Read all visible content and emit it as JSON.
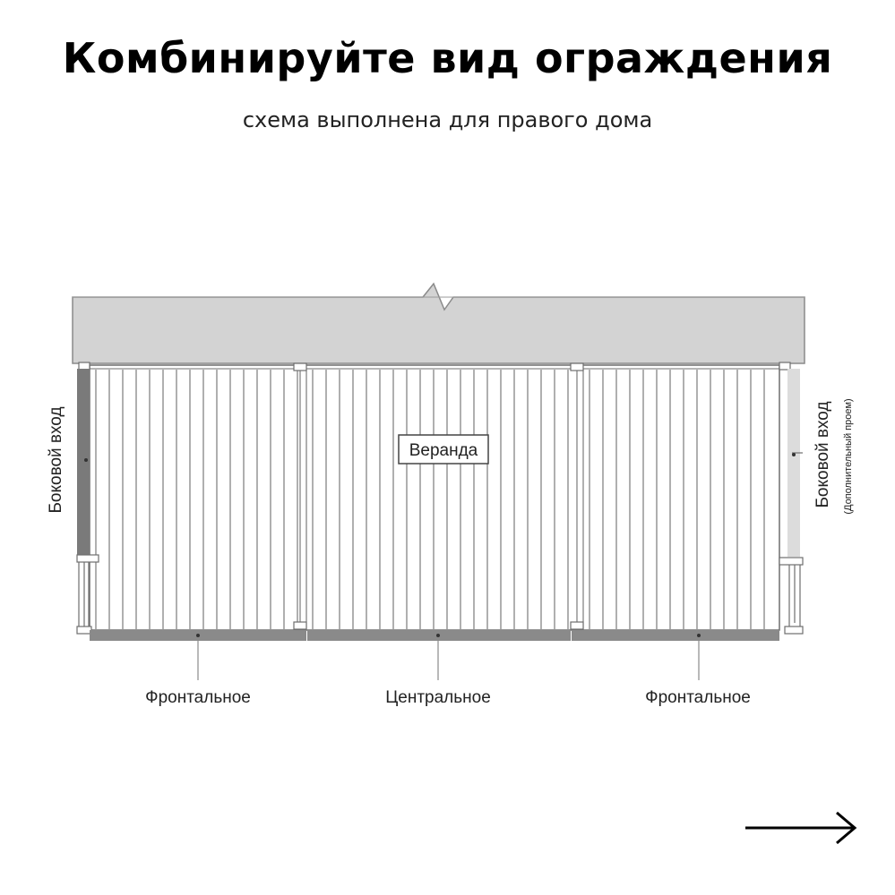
{
  "header": {
    "title": "Комбинируйте вид ограждения",
    "subtitle": "схема выполнена для правого дома"
  },
  "diagram": {
    "center_label": "Веранда",
    "left_side_label": "Боковой вход",
    "right_side_label": "Боковой вход",
    "right_side_note": "(Дополнительный проем)",
    "front_left_label": "Фронтальное",
    "front_center_label": "Центральное",
    "front_right_label": "Фронтальное",
    "colors": {
      "roof": "#d3d3d3",
      "dark_panel": "#7a7a7a",
      "light_panel": "#dcdcdc",
      "bottom_bar": "#8a8a8a",
      "line": "#6e6e6e"
    }
  },
  "navigation": {
    "next_icon": "arrow-right-icon"
  }
}
